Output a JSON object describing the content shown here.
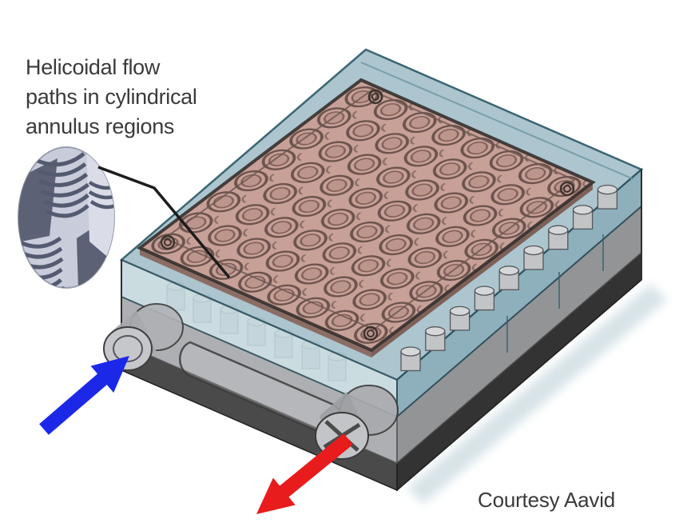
{
  "annotation": {
    "lines": [
      "Helicoidal flow",
      "paths in cylindrical",
      "annulus regions"
    ]
  },
  "credit": {
    "label": "Courtesy Aavid"
  },
  "icons": {
    "inlet_arrow": "blue-inlet-flow-arrow",
    "outlet_arrow": "red-outlet-flow-arrow",
    "callout": "helical-coil-detail-circle"
  },
  "colors": {
    "arrow_inlet": "#1c28e8",
    "arrow_outlet": "#e81c1c",
    "teal_top": "#a5c1cb",
    "teal_left": "#c2d6dc",
    "teal_right": "#7ea6b3",
    "plate_pink": "#c89e95",
    "plate_pink_edge": "#8a6d64",
    "ring_outline": "#5a453e",
    "body_gray_left": "#b4b5b7",
    "body_gray_right": "#939496",
    "base_dark_left": "#4a4a4a",
    "base_dark_right": "#333333",
    "callout_fill": "#c9ccda",
    "coil_dark": "#545a70",
    "coil_light": "#d8dbe7",
    "leader_line": "#1c1c1c",
    "text": "#3a3a3a"
  }
}
